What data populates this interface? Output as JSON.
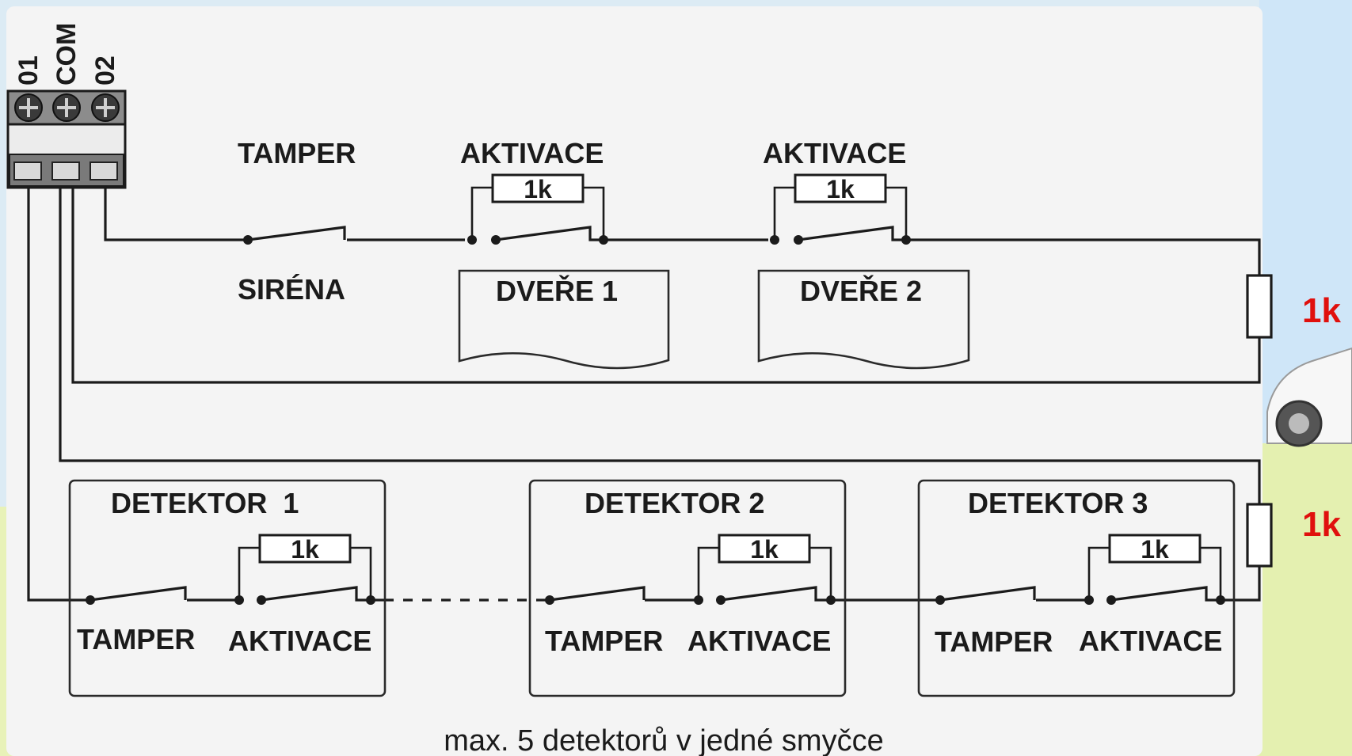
{
  "terminal": {
    "pins": [
      "01",
      "COM",
      "02"
    ]
  },
  "siren": {
    "tamper": "TAMPER",
    "name": "SIRÉNA"
  },
  "doors": [
    {
      "activation": "AKTIVACE",
      "resistor": "1k",
      "name": "DVEŘE 1"
    },
    {
      "activation": "AKTIVACE",
      "resistor": "1k",
      "name": "DVEŘE 2"
    }
  ],
  "end_resistors": [
    "1k",
    "1k"
  ],
  "detectors": [
    {
      "title": "DETEKTOR  1",
      "tamper": "TAMPER",
      "activation": "AKTIVACE",
      "resistor": "1k"
    },
    {
      "title": "DETEKTOR 2",
      "tamper": "TAMPER",
      "activation": "AKTIVACE",
      "resistor": "1k"
    },
    {
      "title": "DETEKTOR 3",
      "tamper": "TAMPER",
      "activation": "AKTIVACE",
      "resistor": "1k"
    }
  ],
  "caption": "max. 5 detektorů v jedné smyčce",
  "colors": {
    "end_resistor_label": "#e0100d",
    "wire": "#1b1b1b",
    "panel": "#f4f4f4"
  }
}
